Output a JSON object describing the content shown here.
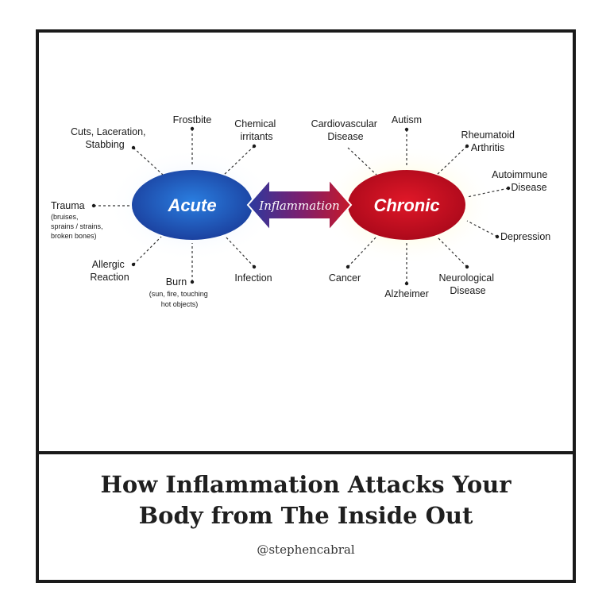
{
  "diagram": {
    "acute": "Acute",
    "chronic": "Chronic",
    "arrow_label": "Inflammation",
    "acute_items": {
      "cuts": [
        "Cuts, Laceration,",
        "Stabbing"
      ],
      "frostbite": [
        "Frostbite"
      ],
      "chemical": [
        "Chemical",
        "irritants"
      ],
      "trauma": [
        "Trauma"
      ],
      "trauma_detail": [
        "(bruises,",
        "sprains / strains,",
        "broken bones)"
      ],
      "allergic": [
        "Allergic",
        "Reaction"
      ],
      "burn": [
        "Burn"
      ],
      "burn_detail": [
        "(sun, fire, touching",
        "hot objects)"
      ],
      "infection": [
        "Infection"
      ]
    },
    "chronic_items": {
      "cardio": [
        "Cardiovascular",
        "Disease"
      ],
      "autism": [
        "Autism"
      ],
      "rheumatoid": [
        "Rheumatoid",
        "Arthritis"
      ],
      "autoimmune": [
        "Autoimmune",
        "Disease"
      ],
      "depression": [
        "Depression"
      ],
      "cancer": [
        "Cancer"
      ],
      "alzheimer": [
        "Alzheimer"
      ],
      "neuro": [
        "Neurological",
        "Disease"
      ]
    },
    "colors": {
      "acute_fill": "#1e64c8",
      "chronic_fill": "#cc1020",
      "glow": "#fff3a0"
    }
  },
  "caption": {
    "line1": "How Inflammation Attacks Your",
    "line2": "Body from The Inside Out",
    "handle": "@stephencabral"
  }
}
